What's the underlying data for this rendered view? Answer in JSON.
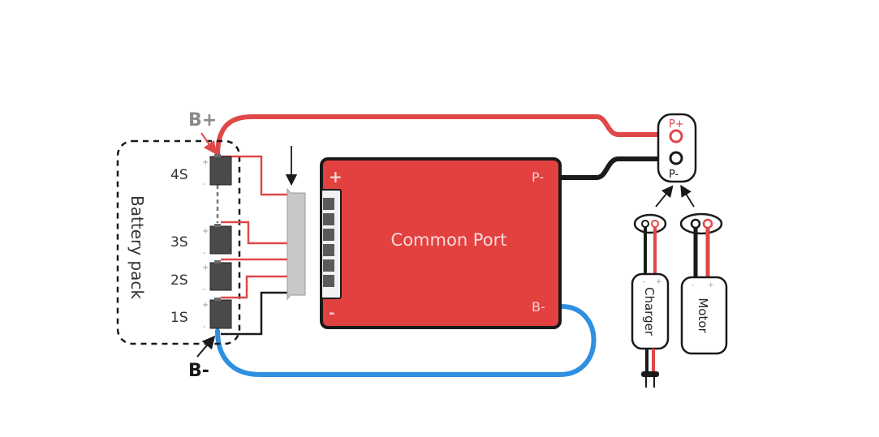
{
  "diagram": {
    "title": "BMS Common Port wiring",
    "colors": {
      "board": "#e34040",
      "board_border": "#1a1a1a",
      "positive_wire": "#e04848",
      "negative_wire": "#1a1a1a",
      "b_minus_wire": "#2f8fe0",
      "cell": "#4a4a4a",
      "connector": "#c8c8c8"
    },
    "battery_pack": {
      "label": "Battery pack",
      "cells": [
        {
          "label": "4S",
          "plus": "+",
          "minus": "-"
        },
        {
          "label": "3S",
          "plus": "+",
          "minus": "-"
        },
        {
          "label": "2S",
          "plus": "+",
          "minus": "-"
        },
        {
          "label": "1S",
          "plus": "+",
          "minus": "-"
        }
      ],
      "b_plus_label": "B+",
      "b_minus_label": "B-"
    },
    "board": {
      "label": "Common Port",
      "plus": "+",
      "minus": "-",
      "p_minus": "P-",
      "b_minus": "B-"
    },
    "output_port": {
      "p_plus": "P+",
      "p_minus": "P-"
    },
    "devices": [
      {
        "label": "Charger",
        "minus": "-",
        "plus": "+"
      },
      {
        "label": "Motor",
        "minus": "-",
        "plus": "+"
      }
    ]
  }
}
